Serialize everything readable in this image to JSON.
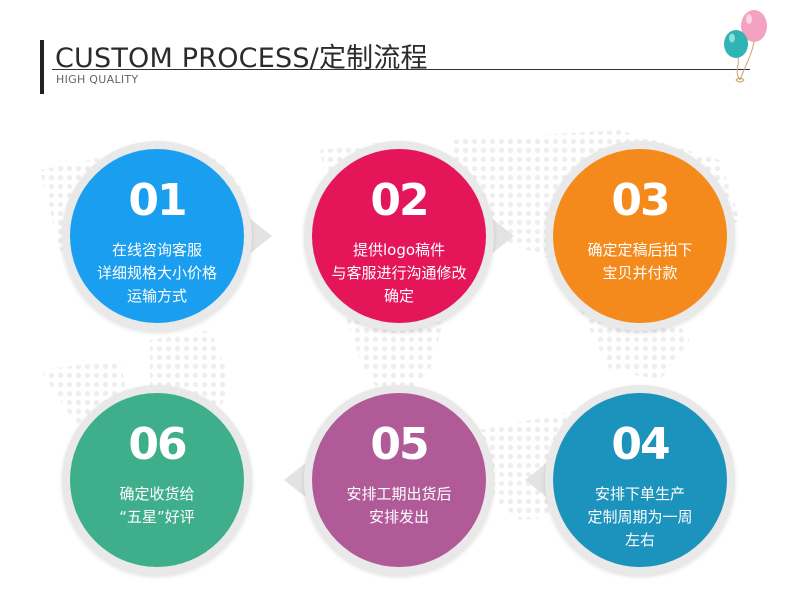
{
  "header": {
    "title": "CUSTOM PROCESS/定制流程",
    "subtitle": "HIGH QUALITY"
  },
  "colors": {
    "step1": "#1a9ff0",
    "step2": "#e5155a",
    "step3": "#f48a1c",
    "step4": "#1b93bd",
    "step5": "#b15a98",
    "step6": "#3fae8b",
    "ring": "#e9e9e9"
  },
  "steps": [
    {
      "number": "01",
      "lines": [
        "在线咨询客服",
        "详细规格大小价格",
        "运输方式"
      ]
    },
    {
      "number": "02",
      "lines": [
        "提供logo稿件",
        "与客服进行沟通修改",
        "确定"
      ]
    },
    {
      "number": "03",
      "lines": [
        "确定定稿后拍下",
        "宝贝并付款"
      ]
    },
    {
      "number": "04",
      "lines": [
        "安排下单生产",
        "定制周期为一周",
        "左右"
      ]
    },
    {
      "number": "05",
      "lines": [
        "安排工期出货后",
        "安排发出"
      ]
    },
    {
      "number": "06",
      "lines": [
        "确定收货给",
        "“五星”好评"
      ]
    }
  ],
  "icons": {
    "balloons": "balloons-icon"
  }
}
